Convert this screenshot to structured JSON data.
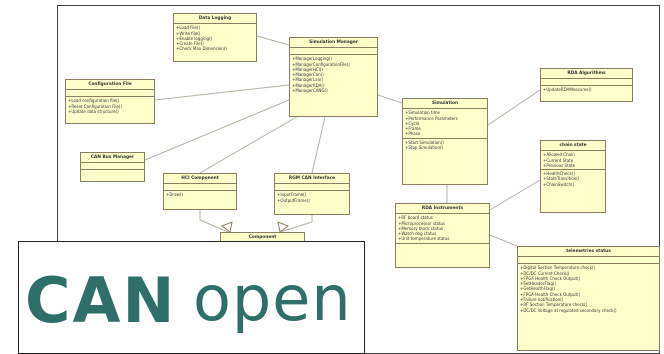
{
  "diagram": {
    "classes": {
      "data_logging": {
        "title": "Data Logging",
        "methods": [
          "+Load File()",
          "+Write file()",
          "+Enable logging()",
          "+Create File()",
          "+Check Max Dimension()"
        ]
      },
      "simulation_manager": {
        "title": "Simulation Manager",
        "methods": [
          "+ManagerLogging()",
          "+ManagerConfigurationFile()",
          "+ManagerHCI()",
          "+ManagerCan()",
          "+ManagerLan()",
          "+ManagerRDA()",
          "+ManagerCANG()"
        ]
      },
      "configuration_file": {
        "title": "Configuration File",
        "methods": [
          "+Load configuration file()",
          "+Reset Configuration File()",
          "+Update data structure()"
        ]
      },
      "can_bus_manager": {
        "title": "CAN Bus Manager"
      },
      "hci_component": {
        "title": "HCI Component",
        "methods": [
          "+Draw()"
        ]
      },
      "rgm_can_interface": {
        "title": "RGM CAN Interface",
        "methods": [
          "+InputFrame()",
          "+OutputFrame()"
        ]
      },
      "component": {
        "title": "Component"
      },
      "simulation": {
        "title": "Simulation",
        "attributes": [
          "+Simulation time",
          "+Performance Parameters",
          "+Cycle",
          "+Frame",
          "+Phase"
        ],
        "methods": [
          "+Start Simulation()",
          "+Stop Simulation()"
        ]
      },
      "rda_algorithms": {
        "title": "RDA Algorithms",
        "methods": [
          "+UpdateRDAMeasures()"
        ]
      },
      "chain_state": {
        "title": "chain state",
        "attributes": [
          "+Allowed Chain",
          "+Current State",
          "+Previous State"
        ],
        "methods": [
          "+HealthCheck()",
          "+StateTransition()",
          "+ChainSwitch()"
        ]
      },
      "rda_instruments": {
        "title": "RDA Instruments",
        "attributes": [
          "+RF board status",
          "+Microprocessor status",
          "+Memory block status",
          "+Watch dog status",
          "+Unit temperature status"
        ]
      },
      "telemetries_status": {
        "title": "telemetries status",
        "methods": [
          "+Digital Section Temperature check()",
          "+DC/DC Current Check()",
          "+FPGA Health Check Output()",
          "+SetHeaderFlag()",
          "+GetHealthFlag()",
          "+FPGA Health Check Output()",
          "+Failure notification()",
          "+RF Section Temperature check()",
          "+DC/DC Voltage at regulated secondary check()"
        ]
      }
    }
  },
  "logo": {
    "part1": "CAN",
    "part2": "open"
  },
  "colors": {
    "class_fill": "#ffffcc",
    "class_border": "#8a8060",
    "logo": "#2f6f6a",
    "link": "#b3b3a3"
  }
}
